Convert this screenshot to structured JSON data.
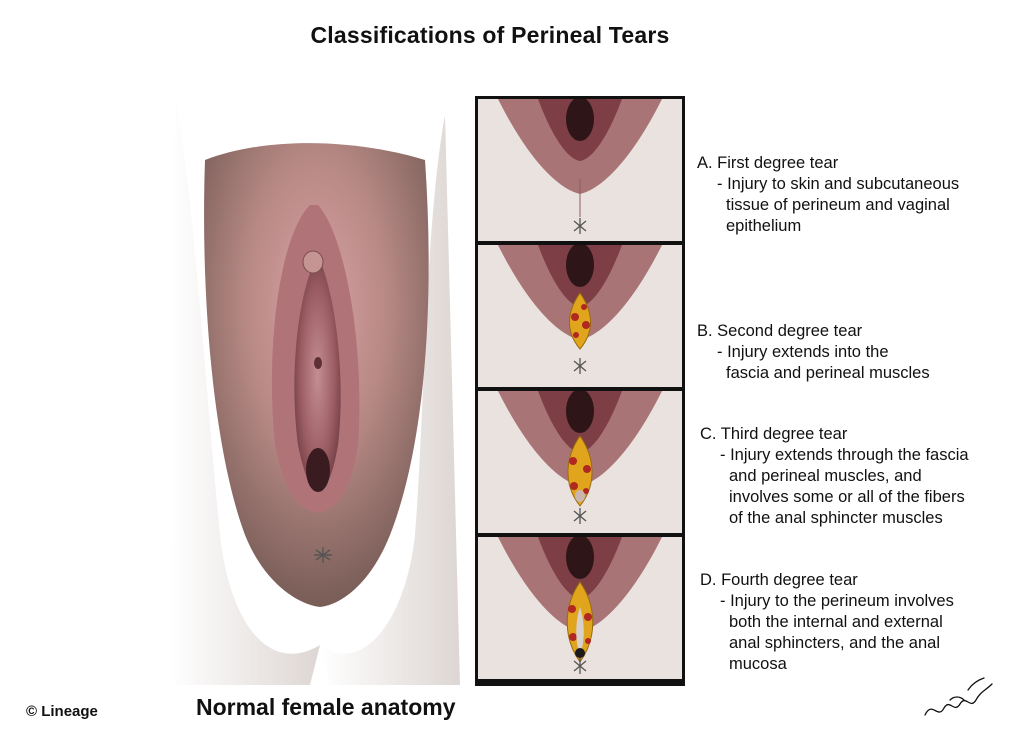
{
  "title": "Classifications of Perineal Tears",
  "caption": "Normal female anatomy",
  "copyright": "© Lineage",
  "tears": [
    {
      "heading": "A.  First degree tear",
      "lines": [
        "- Injury to skin and subcutaneous",
        "tissue of perineum and vaginal",
        "epithelium"
      ]
    },
    {
      "heading": "B. Second degree tear",
      "lines": [
        "- Injury extends into the",
        "fascia and perineal muscles"
      ]
    },
    {
      "heading": "C. Third degree tear",
      "lines": [
        "- Injury extends through the fascia",
        "and perineal muscles, and",
        "involves some or all of the fibers",
        "of the anal sphincter muscles"
      ]
    },
    {
      "heading": "D. Fourth degree tear",
      "lines": [
        "- Injury to the perineum involves",
        "both the internal and external",
        "anal sphincters, and the anal",
        "mucosa"
      ]
    }
  ],
  "colors": {
    "skin": "#e8dcd6",
    "mucosa": "#9a5a5e",
    "tear": "#e0a51c",
    "tear_dot": "#b0281f"
  }
}
